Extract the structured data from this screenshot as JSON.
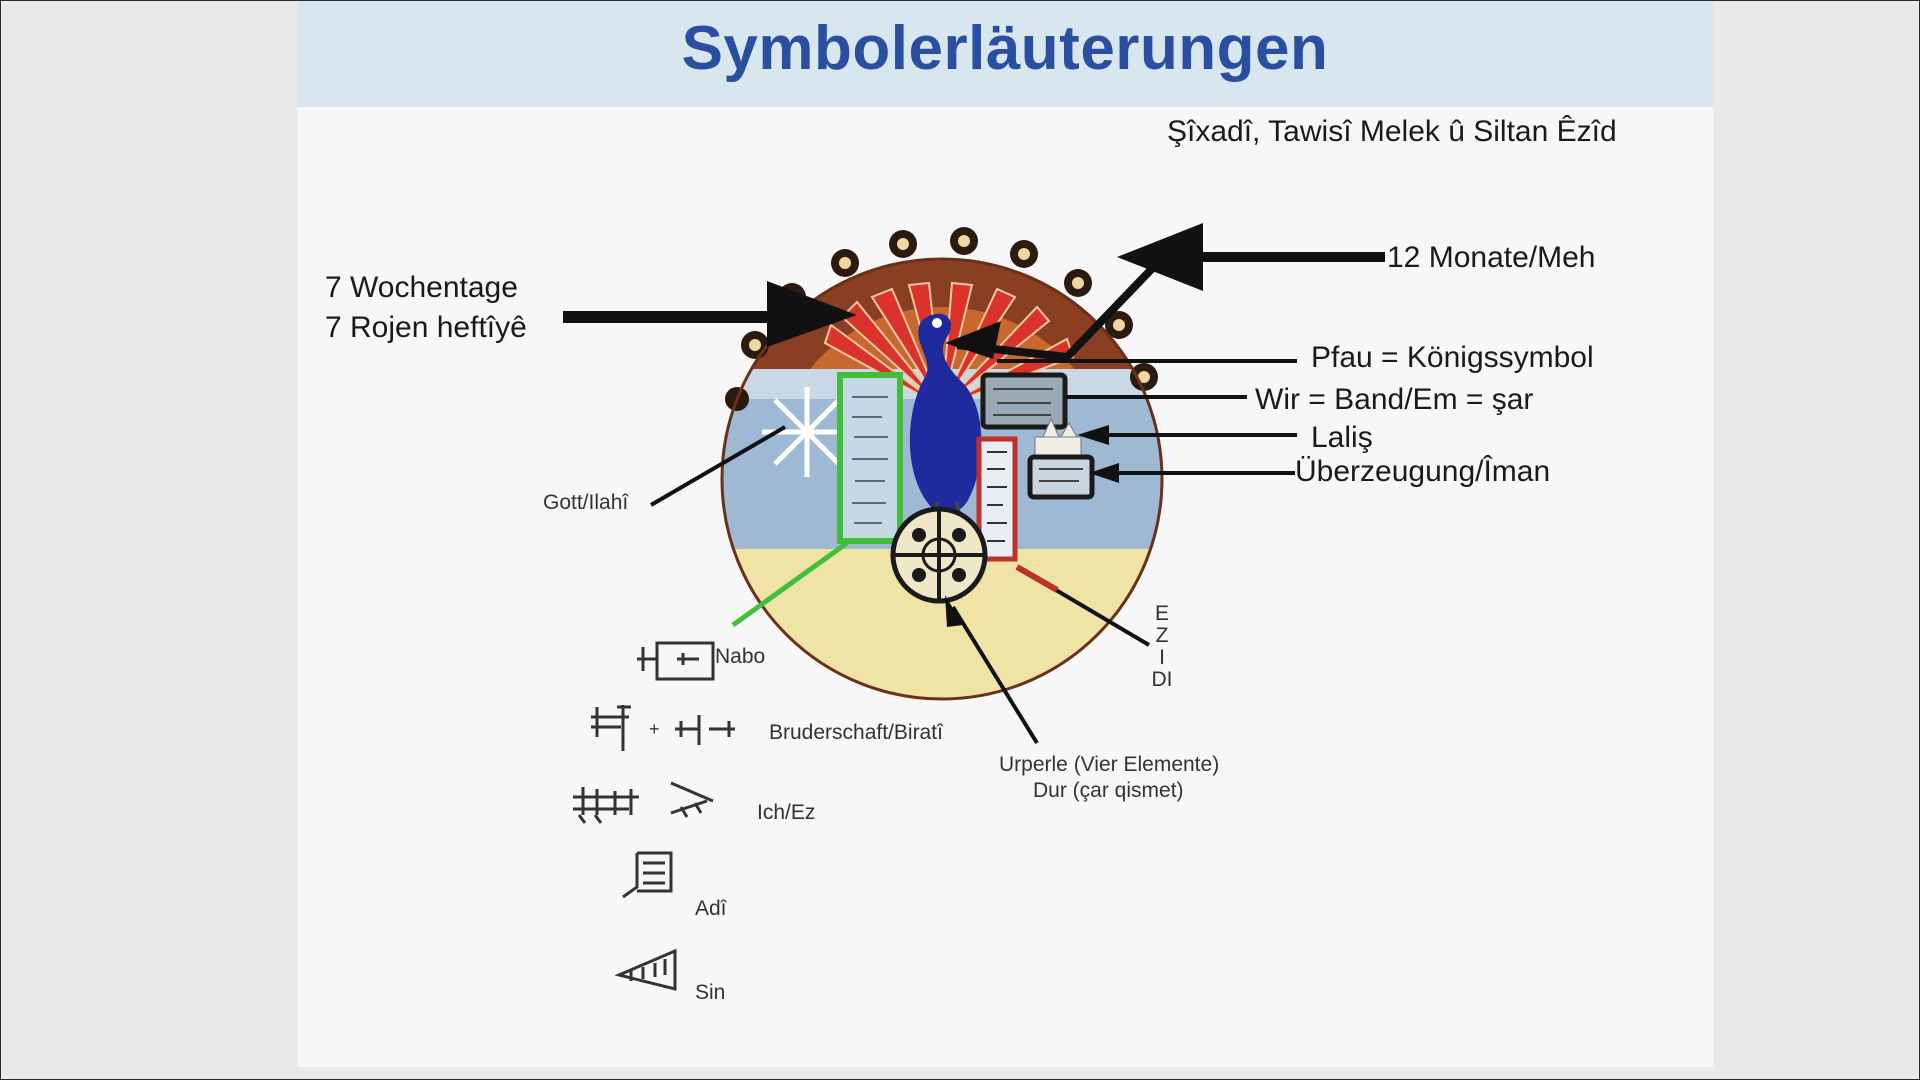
{
  "slide": {
    "title": "Symbolerläuterungen"
  },
  "labels": {
    "sixadi": "Şîxadî, Tawisî Melek û Siltan Êzîd",
    "months": "12 Monate/Meh",
    "weekdays_de": "7 Wochentage",
    "weekdays_ku": "7 Rojen heftîyê",
    "peacock": "Pfau = Königssymbol",
    "wir": "Wir = Band/Em = şar",
    "lalis": "Laliş",
    "conviction": "Überzeugung/Îman",
    "god": "Gott/Ilahî",
    "ezidi_letters": [
      "E",
      "Z",
      "I",
      "DI"
    ],
    "pearl_de": "Urperle (Vier Elemente)",
    "pearl_ku": "Dur (çar qismet)"
  },
  "legend": [
    {
      "label": "Nabo"
    },
    {
      "label": "Bruderschaft/Biratî"
    },
    {
      "label": "Ich/Ez"
    },
    {
      "label": "Adî"
    },
    {
      "label": "Sin"
    }
  ],
  "colors": {
    "title": "#2a4fa0",
    "title_band": "#d7e6ef",
    "peacock_body": "#1f2a9e",
    "feather_red": "#d9332b",
    "green_box": "#3fbf3a",
    "red_box": "#c0302a",
    "arrow": "#111111"
  }
}
